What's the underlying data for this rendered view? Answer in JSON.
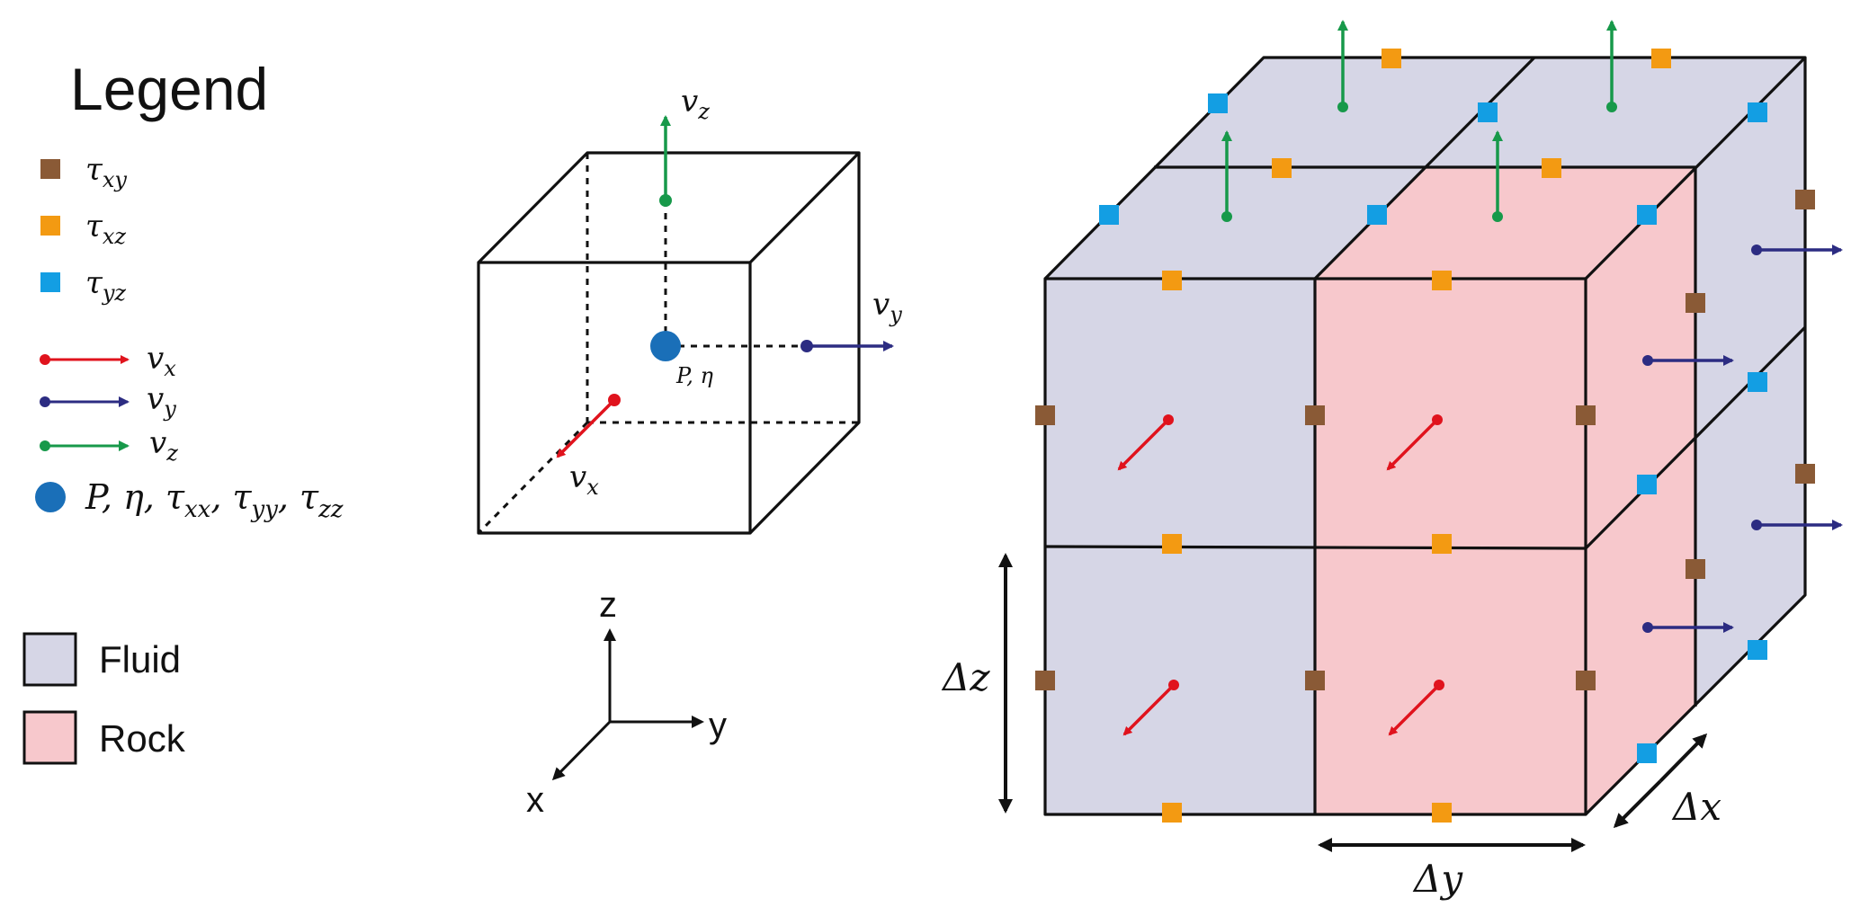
{
  "legend": {
    "title": "Legend",
    "items": [
      {
        "symbol": "square",
        "color": "#8a5a36",
        "label": "τ",
        "sub": "xy"
      },
      {
        "symbol": "square",
        "color": "#f39a12",
        "label": "τ",
        "sub": "xz"
      },
      {
        "symbol": "square",
        "color": "#139ee3",
        "label": "τ",
        "sub": "yz"
      },
      {
        "symbol": "arrow",
        "color": "#e0131d",
        "label": "v",
        "sub": "x"
      },
      {
        "symbol": "arrow",
        "color": "#2c2c82",
        "label": "v",
        "sub": "y"
      },
      {
        "symbol": "arrow",
        "color": "#17994a",
        "label": "v",
        "sub": "z"
      },
      {
        "symbol": "dot",
        "color": "#1a6fb8",
        "label": "P, η, τ",
        "sub": "xx",
        "rest": ", τ",
        "sub2": "yy",
        "rest2": ", τ",
        "sub3": "zz"
      }
    ],
    "materials": [
      {
        "label": "Fluid",
        "color": "#d6d6e6"
      },
      {
        "label": "Rock",
        "color": "#f7c8cc"
      }
    ]
  },
  "cell_diagram": {
    "vz_label": "v",
    "vz_sub": "z",
    "vy_label": "v",
    "vy_sub": "y",
    "vx_label": "v",
    "vx_sub": "x",
    "center_label": "P, η"
  },
  "axes": {
    "z": "z",
    "y": "y",
    "x": "x"
  },
  "grid": {
    "dz": "Δz",
    "dy": "Δy",
    "dx": "Δx"
  },
  "colors": {
    "fluid": "#d6d6e6",
    "rock": "#f7c8cc",
    "txy": "#8a5a36",
    "txz": "#f39a12",
    "tyz": "#139ee3",
    "vx": "#e0131d",
    "vy": "#2c2c82",
    "vz": "#17994a",
    "p": "#1a6fb8"
  }
}
